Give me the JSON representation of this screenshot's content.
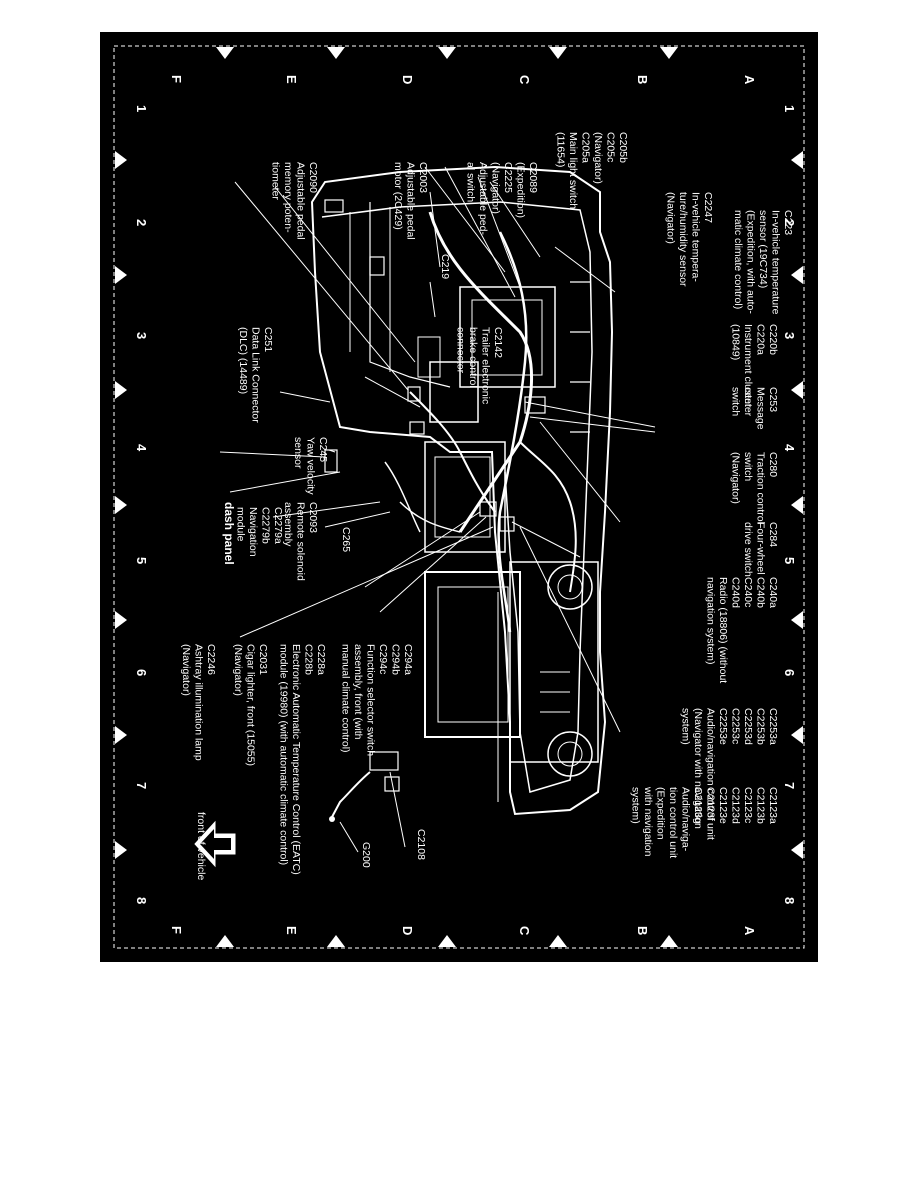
{
  "grid": {
    "columns": [
      "1",
      "2",
      "3",
      "4",
      "5",
      "6",
      "7",
      "8"
    ],
    "rows": [
      "A",
      "B",
      "C",
      "D",
      "E",
      "F"
    ]
  },
  "title": "dash panel",
  "direction": "front of vehicle",
  "labels": {
    "c223": [
      "C223",
      "In-vehicle temperature",
      "sensor (19C734)",
      "(Expedition, with auto-",
      "matic climate control)"
    ],
    "c2247": [
      "C2247",
      "In-vehicle tempera-",
      "ture/humidity sensor",
      "(Navigator)"
    ],
    "c205": [
      "C205b",
      "C205c",
      "(Navigator)",
      "C205a",
      "Main light switch",
      "(11654)"
    ],
    "c2089": [
      "C2089",
      "(Expedition)",
      "C2225",
      "(Navigator)",
      "Adjustable ped-",
      "al switch"
    ],
    "c2003": [
      "C2003",
      "Adjustable pedal",
      "motor (2C429)"
    ],
    "c2090": [
      "C2090",
      "Adjustable pedal",
      "memory poten-",
      "tiometer"
    ],
    "c220": [
      "C220b",
      "C220a",
      "Instrument cluster",
      "(10849)"
    ],
    "c219": [
      "C219"
    ],
    "c2142": [
      "C2142",
      "Trailer electronic",
      "brake control",
      "connector"
    ],
    "c251": [
      "C251",
      "Data Link Connector",
      "(DLC) (14489)"
    ],
    "c253": [
      "C253",
      "Message",
      "center",
      "switch"
    ],
    "c280": [
      "C280",
      "Traction control",
      "switch",
      "(Navigator)"
    ],
    "c245": [
      "C245",
      "Yaw velocity",
      "sensor"
    ],
    "c284": [
      "C284",
      "Four-wheel",
      "drive switch"
    ],
    "c2093": [
      "C2093",
      "Remote solenoid",
      "assembly"
    ],
    "c265": [
      "C265"
    ],
    "c2279": [
      "C2279a",
      "C2279b",
      "Navigation",
      "module"
    ],
    "c240": [
      "C240a",
      "C240b",
      "C240c",
      "C240d",
      "Radio (18806) (without",
      "navigation system)"
    ],
    "c294": [
      "C294a",
      "C294b",
      "C294c",
      "Function selector switch",
      "assembly, front (with",
      "manual climate control)"
    ],
    "c228": [
      "C228a",
      "C228b",
      "Electronic Automatic Temperature Control (EATC)",
      "module (19980) (with automatic climate control)"
    ],
    "c2031": [
      "C2031",
      "Cigar lighter, front (15055)",
      "(Navigator)"
    ],
    "c2246": [
      "C2246",
      "Ashtray illumination lamp",
      "(Navigator)"
    ],
    "c2253": [
      "C2253a",
      "C2253b",
      "C2253d",
      "C2253c",
      "C2253e",
      "Audio/navigation control unit",
      "(Navigator with navigation",
      "system)"
    ],
    "c2123": [
      "C2123a",
      "C2123b",
      "C2123c",
      "C2123d",
      "C2123e",
      "C2123f",
      "C2123g",
      "Audio/naviga-",
      "tion control unit",
      "(Expedition",
      "with navigation",
      "system)"
    ],
    "c2108": [
      "C2108"
    ],
    "g200": [
      "G200"
    ]
  }
}
